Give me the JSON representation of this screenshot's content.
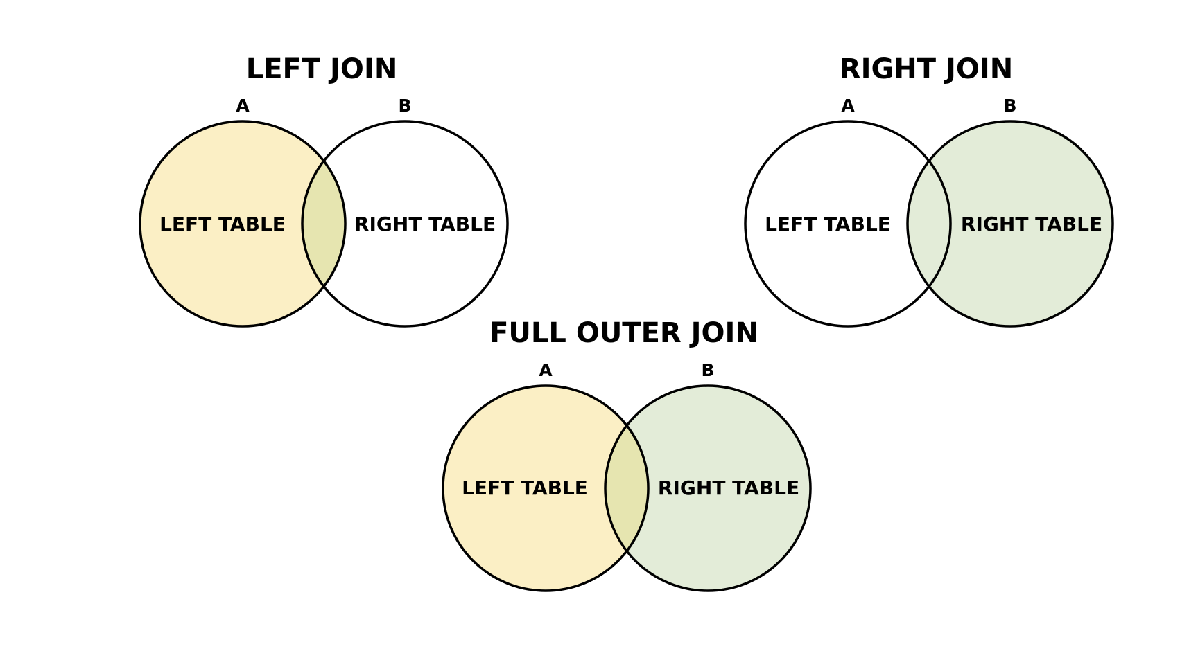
{
  "colors": {
    "left_fill": "#fbefc5",
    "right_fill": "#e3ecd8",
    "overlap_fill": "#e6e5b0",
    "stroke": "#000000",
    "background": "#ffffff"
  },
  "diagrams": [
    {
      "title": "LEFT JOIN",
      "left": {
        "letter": "A",
        "label": "LEFT TABLE",
        "filled": true
      },
      "right": {
        "letter": "B",
        "label": "RIGHT TABLE",
        "filled": false
      },
      "overlap_filled": true
    },
    {
      "title": "RIGHT JOIN",
      "left": {
        "letter": "A",
        "label": "LEFT TABLE",
        "filled": false
      },
      "right": {
        "letter": "B",
        "label": "RIGHT TABLE",
        "filled": true
      },
      "overlap_filled": true
    },
    {
      "title": "FULL OUTER JOIN",
      "left": {
        "letter": "A",
        "label": "LEFT TABLE",
        "filled": true
      },
      "right": {
        "letter": "B",
        "label": "RIGHT TABLE",
        "filled": true
      },
      "overlap_filled": true
    }
  ]
}
